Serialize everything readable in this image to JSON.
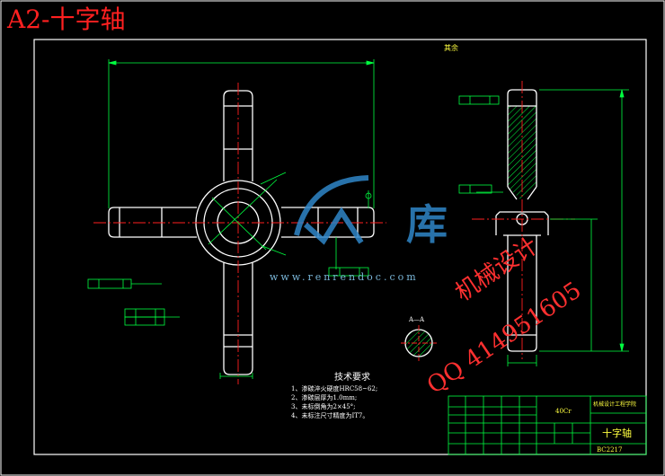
{
  "sheet": {
    "title": "A2-十字轴"
  },
  "watermarks": {
    "site": "www.renrendoc.com",
    "ku": "库",
    "design": "机械设计",
    "qq": "QQ 414951605"
  },
  "labels": {
    "section": "A—A",
    "roughness_rest": "其余"
  },
  "tech": {
    "heading": "技术要求",
    "items": [
      "1、渗碳淬火硬度HRC58~62;",
      "2、渗碳层厚为1.0mm;",
      "3、未标倒角为2×45°;",
      "4、未标注尺寸精度为IT7。"
    ]
  },
  "titleblock": {
    "material": "40Cr",
    "name": "十字轴",
    "code": "BC2217",
    "school": "机械设计工程学院"
  },
  "colors": {
    "background": "#000000",
    "outline": "#ffffff",
    "dimension": "#00ff40",
    "center": "#ff2020",
    "hatch": "#00ff40",
    "titleblock": "#00ff40",
    "text_yellow": "#ffff40",
    "brand_blue": "#2f86c8"
  }
}
